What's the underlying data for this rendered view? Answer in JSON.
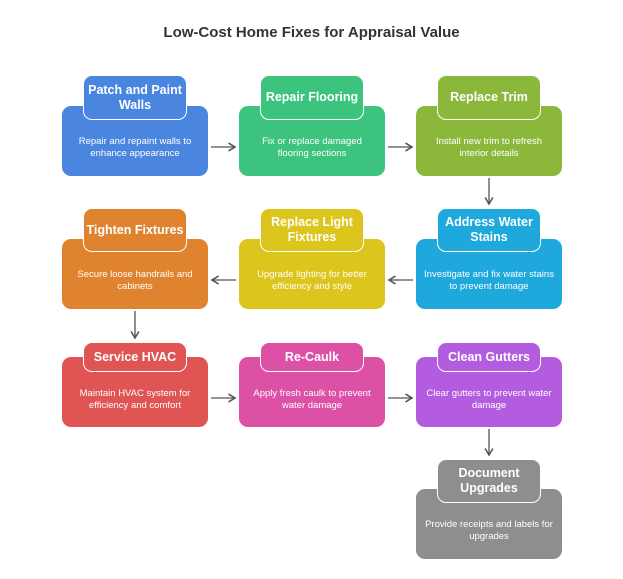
{
  "title": "Low-Cost Home Fixes for Appraisal Value",
  "steps": [
    {
      "title": "Patch and Paint Walls",
      "description": "Repair and repaint walls to enhance appearance",
      "color": "#4a86e0"
    },
    {
      "title": "Repair Flooring",
      "description": "Fix or replace damaged flooring sections",
      "color": "#3cc47f"
    },
    {
      "title": "Replace Trim",
      "description": "Install new trim to refresh interior details",
      "color": "#8bb83a"
    },
    {
      "title": "Address Water Stains",
      "description": "Investigate and fix water stains to prevent damage",
      "color": "#1fa8dc"
    },
    {
      "title": "Replace Light Fixtures",
      "description": "Upgrade lighting for better efficiency and style",
      "color": "#dcc51c"
    },
    {
      "title": "Tighten Fixtures",
      "description": "Secure loose handrails and cabinets",
      "color": "#e0832f"
    },
    {
      "title": "Service HVAC",
      "description": "Maintain HVAC system for efficiency and comfort",
      "color": "#e05454"
    },
    {
      "title": "Re-Caulk",
      "description": "Apply fresh caulk to prevent water damage",
      "color": "#dc50a6"
    },
    {
      "title": "Clean Gutters",
      "description": "Clear gutters to prevent water damage",
      "color": "#b45ce0"
    },
    {
      "title": "Document Upgrades",
      "description": "Provide receipts and labels for upgrades",
      "color": "#8e8e8e"
    }
  ]
}
